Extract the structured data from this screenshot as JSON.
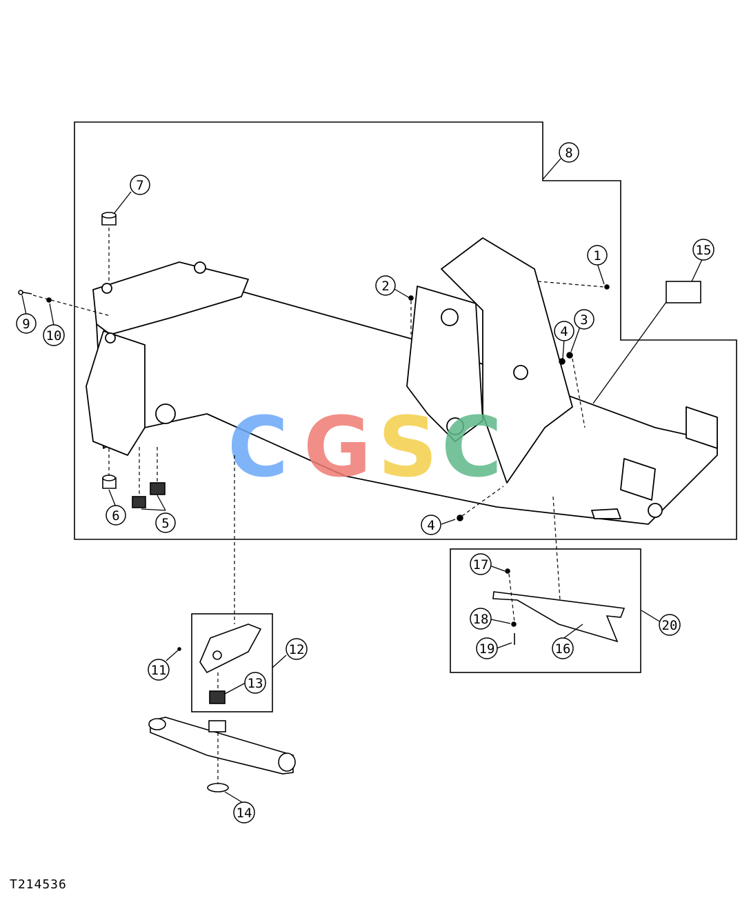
{
  "figure_id": "T214536",
  "watermark": {
    "letters": [
      "C",
      "G",
      "S",
      "C"
    ],
    "colors": [
      "#6aa8f7",
      "#ef7b74",
      "#f4cf4a",
      "#5fb98a"
    ]
  },
  "callouts": [
    "1",
    "2",
    "3",
    "4",
    "4",
    "5",
    "6",
    "7",
    "8",
    "9",
    "10",
    "11",
    "12",
    "13",
    "14",
    "15",
    "16",
    "17",
    "18",
    "19",
    "20"
  ]
}
